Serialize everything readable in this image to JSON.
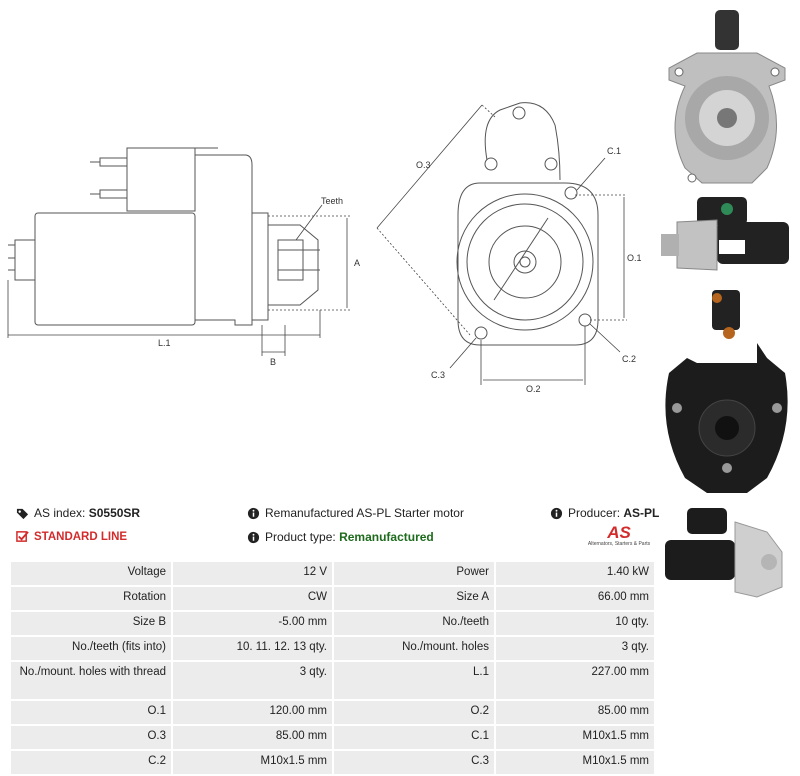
{
  "diagram_labels": {
    "teeth": "Teeth",
    "a": "A",
    "b": "B",
    "l1": "L.1",
    "o1": "O.1",
    "o2": "O.2",
    "o3": "O.3",
    "c1": "C.1",
    "c2": "C.2",
    "c3": "C.3"
  },
  "info": {
    "as_index_label": "AS index:",
    "as_index_value": "S0550SR",
    "standard_line": "STANDARD LINE",
    "description": "Remanufactured AS-PL Starter motor",
    "product_type_label": "Product type:",
    "product_type_value": "Remanufactured",
    "producer_label": "Producer:",
    "producer_value": "AS-PL",
    "logo_text": "AS",
    "logo_subtitle": "Alternators, Starters & Parts"
  },
  "specs": [
    [
      "Voltage",
      "12 V",
      "Power",
      "1.40 kW"
    ],
    [
      "Rotation",
      "CW",
      "Size A",
      "66.00 mm"
    ],
    [
      "Size B",
      "-5.00 mm",
      "No./teeth",
      "10 qty."
    ],
    [
      "No./teeth (fits into)",
      "10. 11. 12. 13 qty.",
      "No./mount. holes",
      "3 qty."
    ],
    [
      "No./mount. holes with thread",
      "3 qty.",
      "L.1",
      "227.00 mm"
    ],
    [
      "O.1",
      "120.00 mm",
      "O.2",
      "85.00 mm"
    ],
    [
      "O.3",
      "85.00 mm",
      "C.1",
      "M10x1.5 mm"
    ],
    [
      "C.2",
      "M10x1.5 mm",
      "C.3",
      "M10x1.5 mm"
    ]
  ],
  "colors": {
    "red": "#d32b2b",
    "green": "#1e6b1e",
    "cell": "#ececec"
  }
}
